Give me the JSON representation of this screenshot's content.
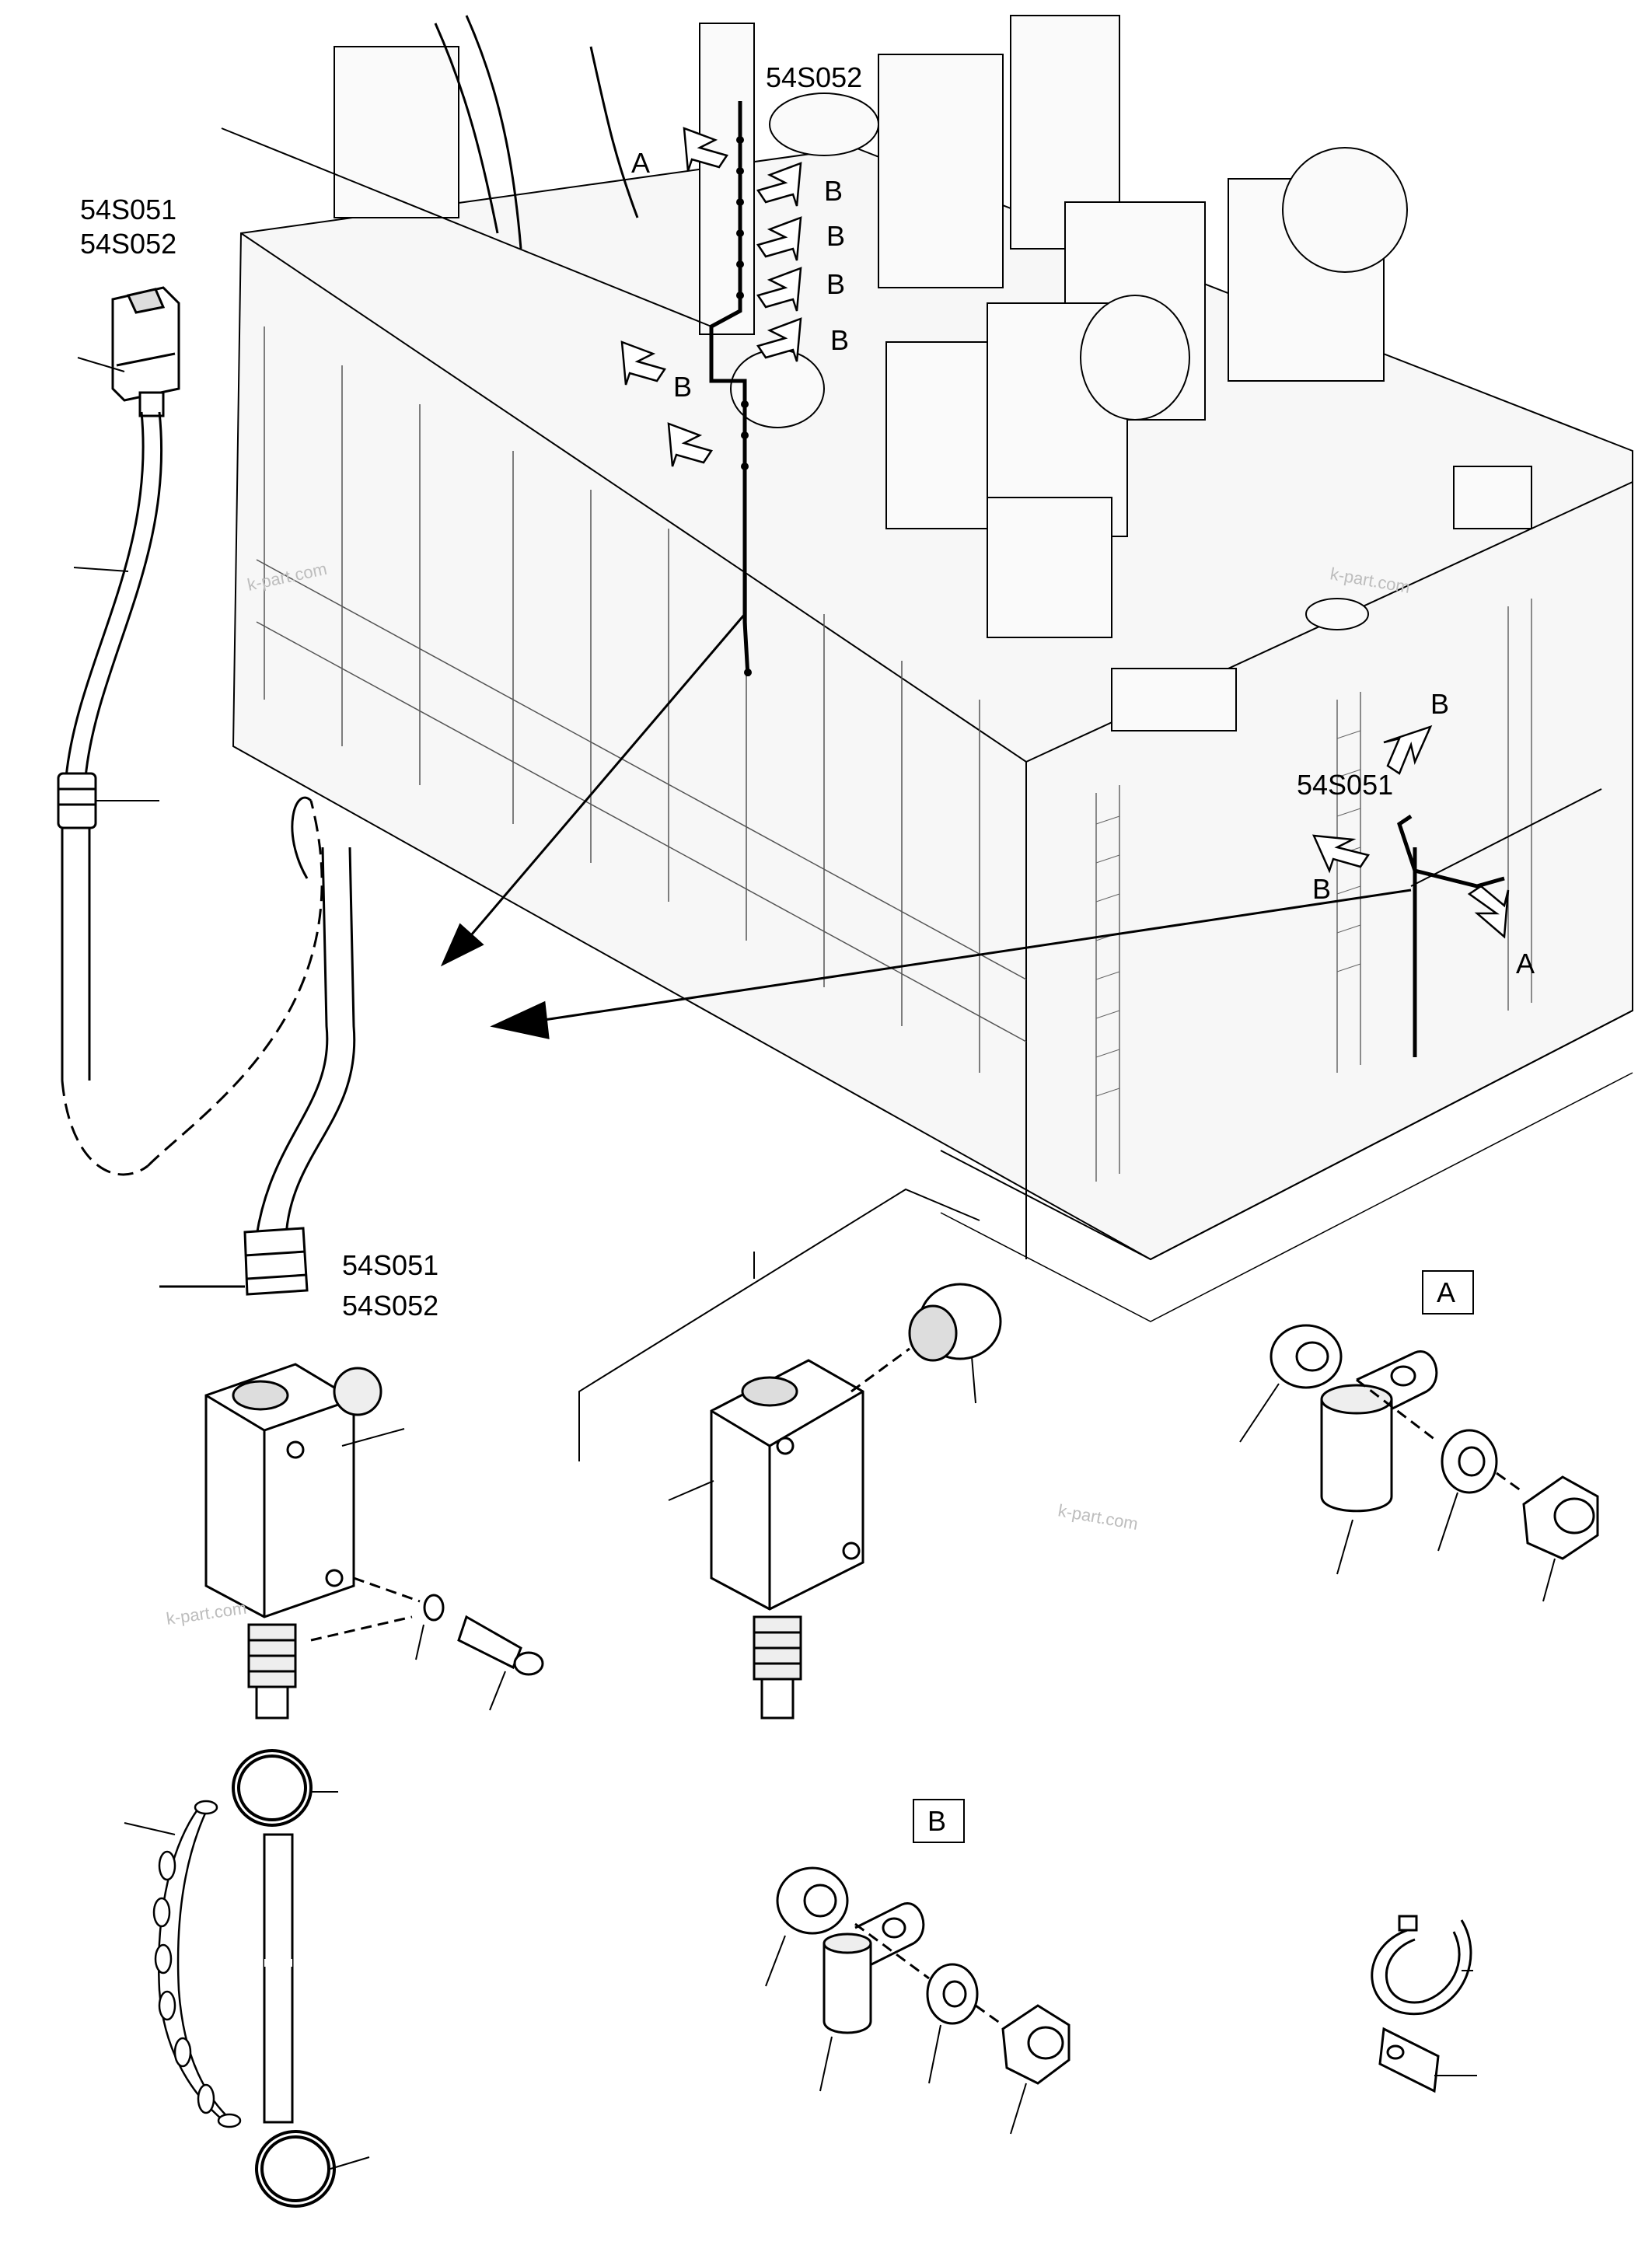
{
  "labels": {
    "top_sensor": "54S052",
    "callout_left_1": "54S051",
    "callout_left_2": "54S052",
    "callout_mid_1": "54S051",
    "callout_mid_2": "54S052",
    "right_sensor": "54S051",
    "letter_a": "A",
    "letter_b": "B"
  },
  "detail_boxes": {
    "a": "A",
    "b": "B"
  },
  "watermarks": [
    "k-part.com",
    "k-part.com",
    "k-part.com",
    "k-part.com"
  ]
}
